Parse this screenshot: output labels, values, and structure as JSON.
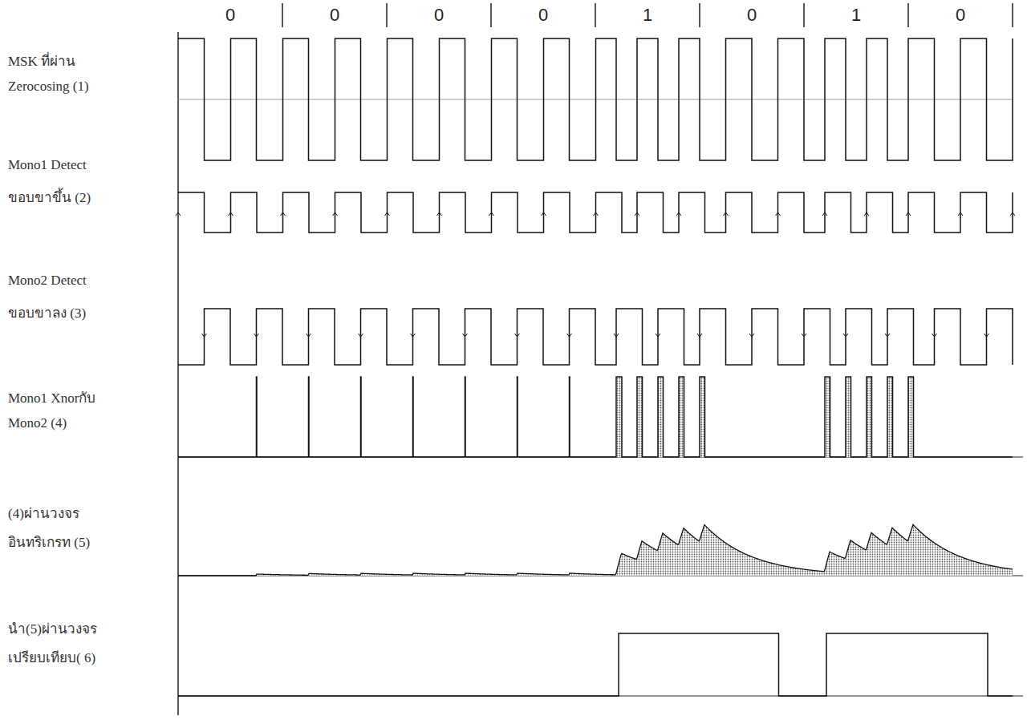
{
  "diagram": {
    "labels": [
      "0",
      "0",
      "0",
      "0",
      "1",
      "0",
      "1",
      "0",
      "MSK ที่ผ่าน",
      "Zerocosing (1)",
      "Mono1 Detect",
      "ขอบขาขึ้น (2)",
      "Mono2 Detect",
      "ขอบขาลง (3)",
      "Mono1 Xnorกับ",
      "Mono2 (4)",
      "(4)ผ่านวงจร",
      "อินทริเกรท (5)",
      "นำ(5)ผ่านวงจร",
      "เปรียบเทียบ( 6)"
    ]
  }
}
